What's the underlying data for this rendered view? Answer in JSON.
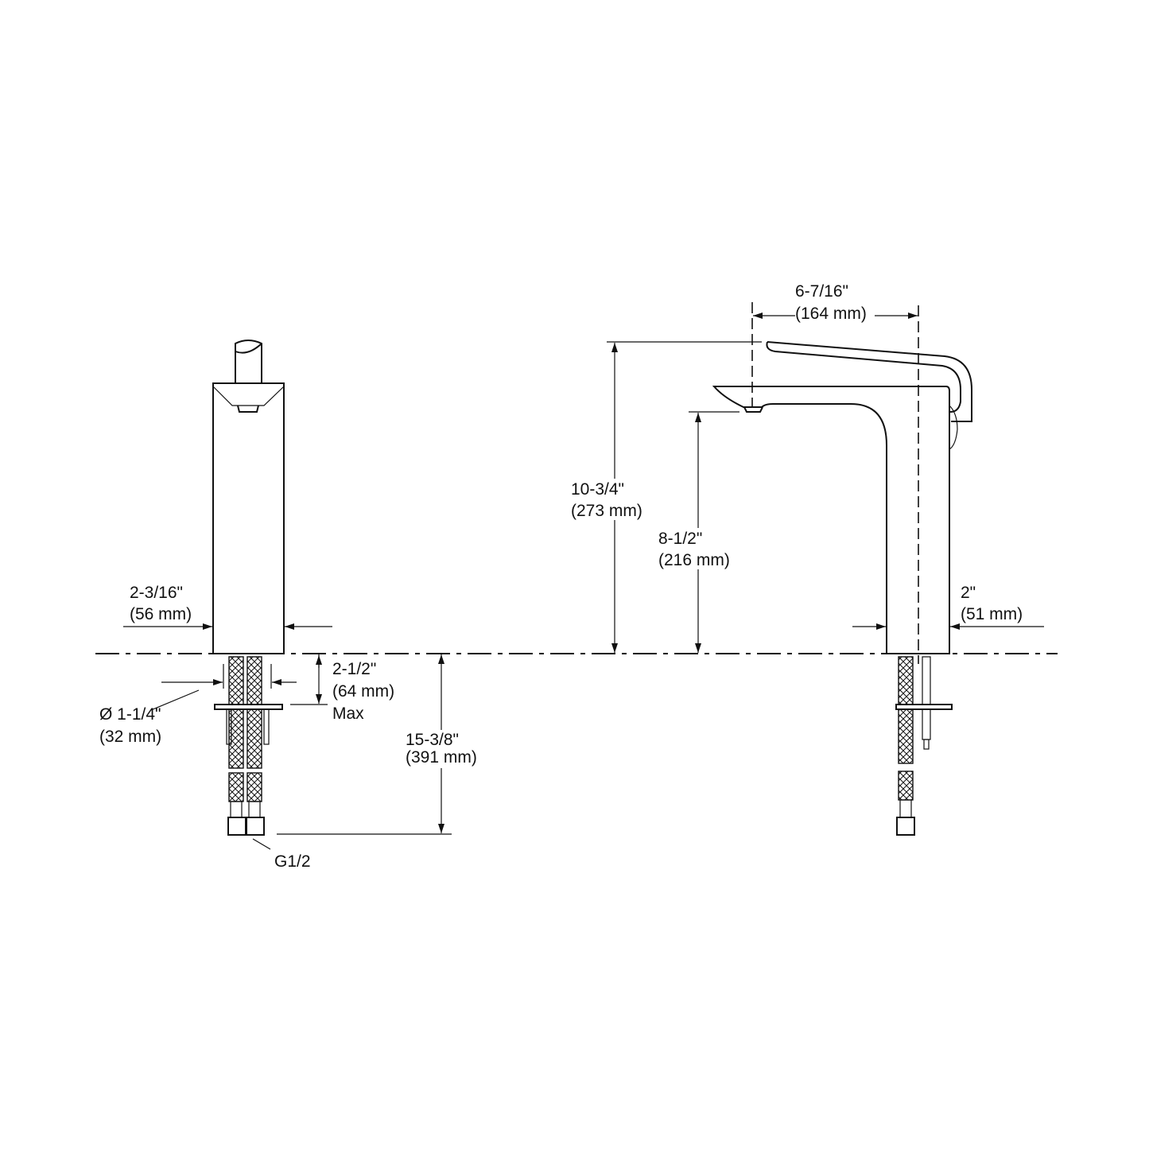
{
  "dimensions": {
    "front_width": {
      "in": "2-3/16\"",
      "mm": "(56 mm)"
    },
    "supply_diameter": {
      "in": "Ø 1-1/4\"",
      "mm": "(32 mm)"
    },
    "deck_thickness": {
      "in": "2-1/2\"",
      "mm": "(64 mm)",
      "note": "Max"
    },
    "supply_length": {
      "in": "15-3/8\"",
      "mm": "(391 mm)"
    },
    "connection": "G1/2",
    "reach": {
      "in": "6-7/16\"",
      "mm": "(164 mm)"
    },
    "overall_height": {
      "in": "10-3/4\"",
      "mm": "(273 mm)"
    },
    "spout_height": {
      "in": "8-1/2\"",
      "mm": "(216 mm)"
    },
    "side_width": {
      "in": "2\"",
      "mm": "(51 mm)"
    }
  }
}
